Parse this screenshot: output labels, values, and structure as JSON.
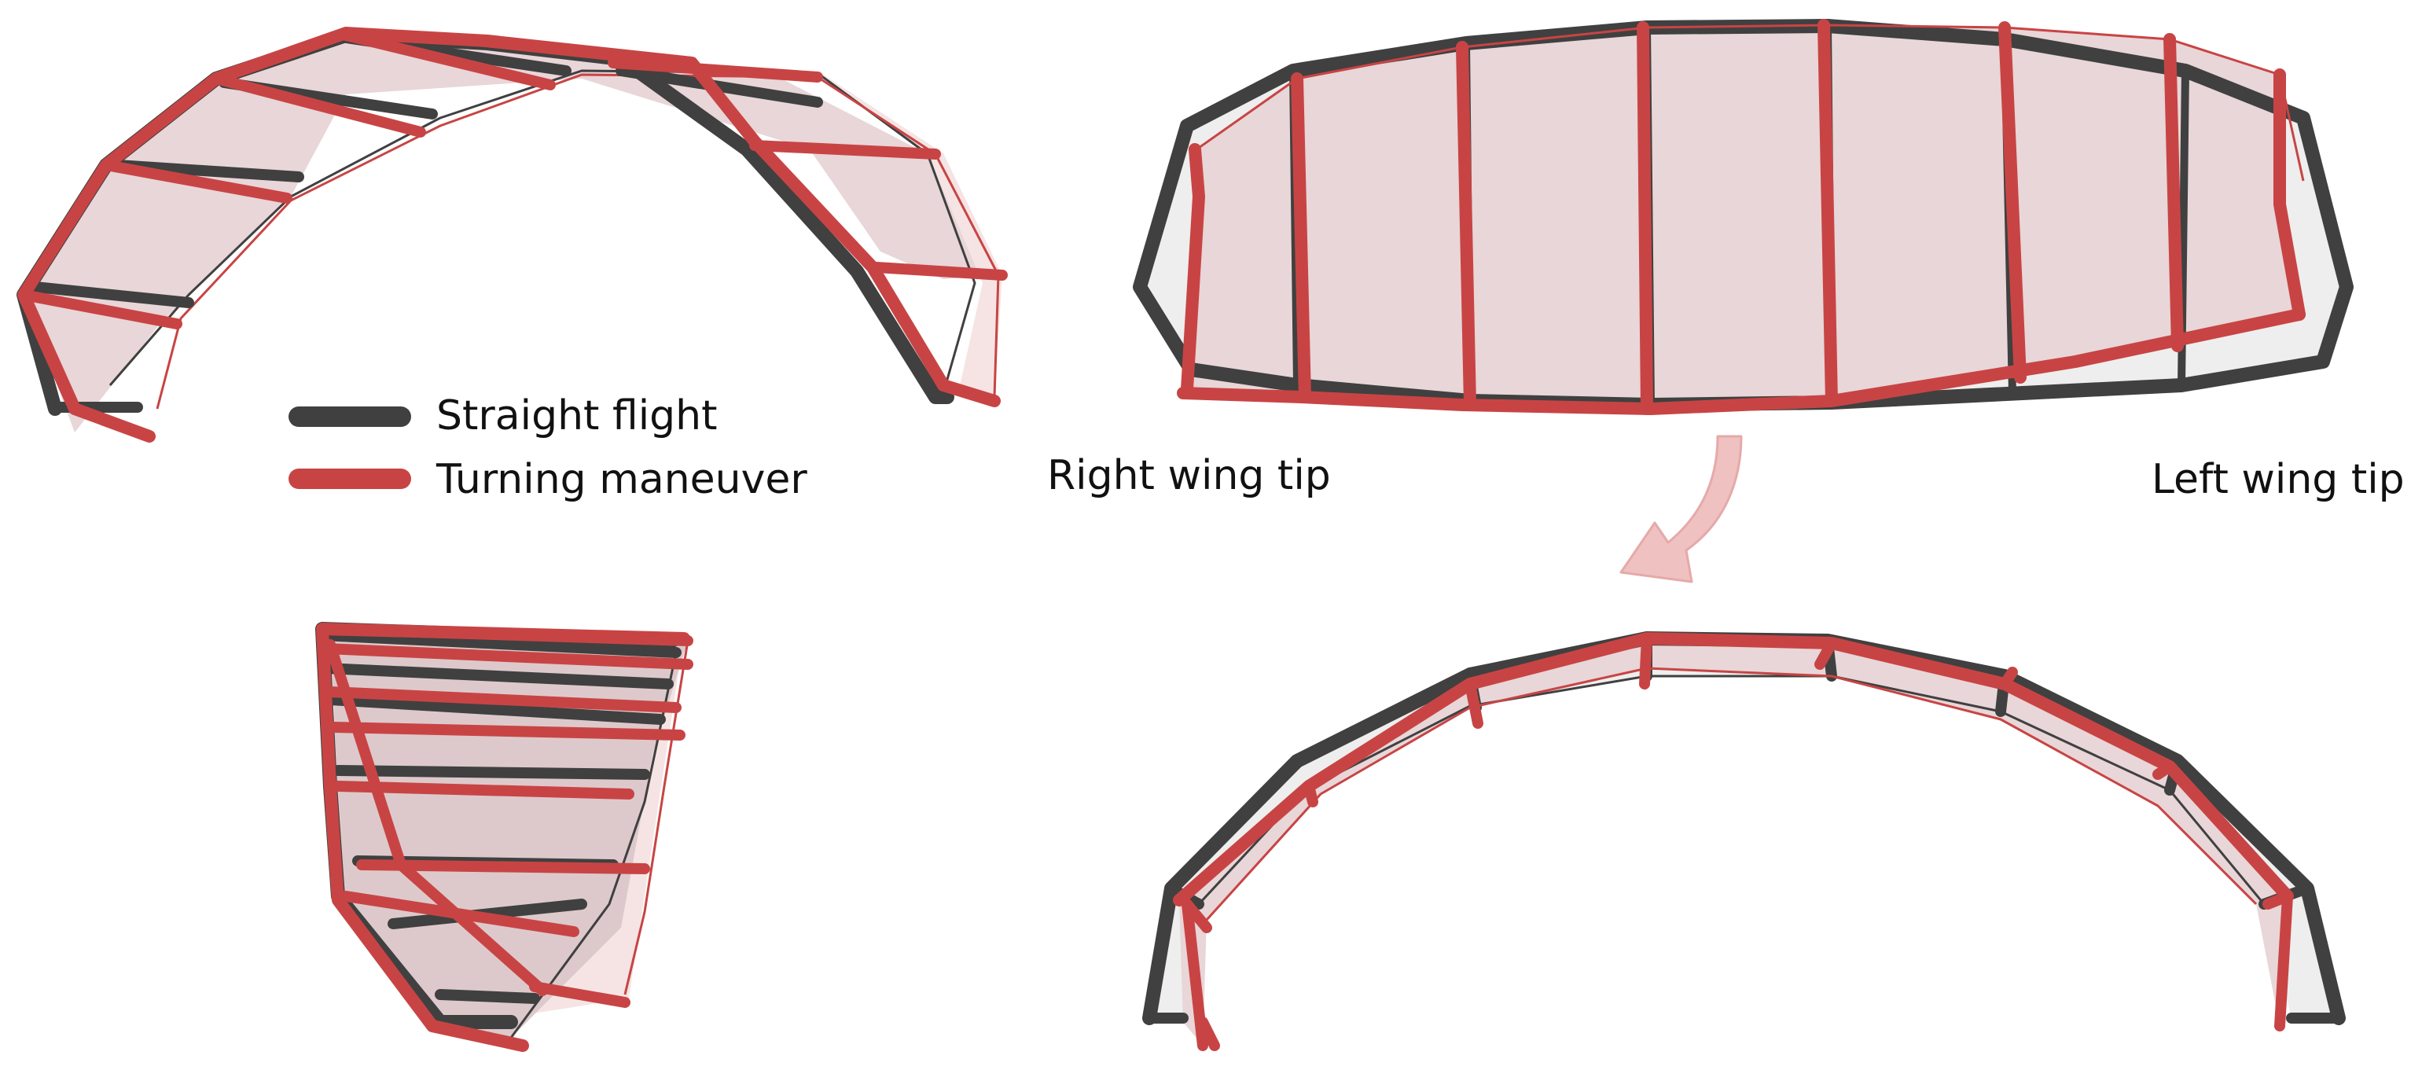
{
  "legend": {
    "straight_label": "Straight flight",
    "turning_label": "Turning maneuver"
  },
  "annotations": {
    "right_tip": "Right wing  tip",
    "left_tip": "Left wing  tip"
  },
  "colors": {
    "straight": "#404040",
    "turning": "#c84444",
    "fill_turning": "#e8d6d8",
    "fill_turning_light": "#f6e4e4",
    "fill_straight": "#eeeeee",
    "arrow": "#efc1c1"
  }
}
